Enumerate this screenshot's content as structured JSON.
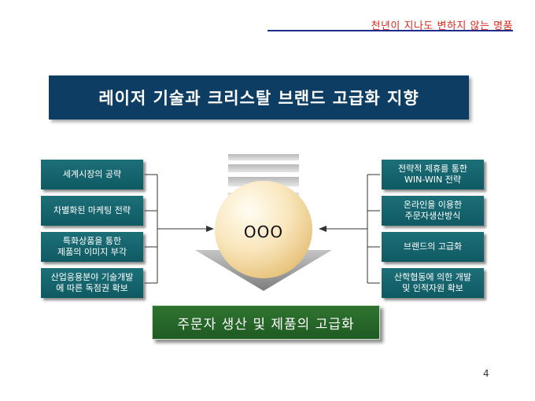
{
  "header": {
    "slogan": "천년이 지나도 변하지 않는 명품"
  },
  "title": "레이저 기술과 크리스탈 브랜드 고급화 지향",
  "left_boxes": [
    {
      "line1": "세계시장의 공략",
      "line2": ""
    },
    {
      "line1": "차별화된 마케팅 전략",
      "line2": ""
    },
    {
      "line1": "특화상품을 통한",
      "line2": "제품의 이미지 부각"
    },
    {
      "line1": "산업응용분야 기술개발",
      "line2": "에 따른 독점권 확보"
    }
  ],
  "right_boxes": [
    {
      "line1": "전략적 제휴를 통한",
      "line2": "WIN-WIN 전략"
    },
    {
      "line1": "온라인을 이용한",
      "line2": "주문자생산방식"
    },
    {
      "line1": "브랜드의 고급화",
      "line2": ""
    },
    {
      "line1": "산학협동에 의한 개발",
      "line2": "및 인적자원 확보"
    }
  ],
  "center": {
    "label": "OOO"
  },
  "result": "주문자 생산 및 제품의 고급화",
  "page_number": "4",
  "colors": {
    "slogan": "#d62a1e",
    "title_bar": "#0d3d63",
    "box": "#12626b",
    "result_bar": "#2a6b2c"
  }
}
